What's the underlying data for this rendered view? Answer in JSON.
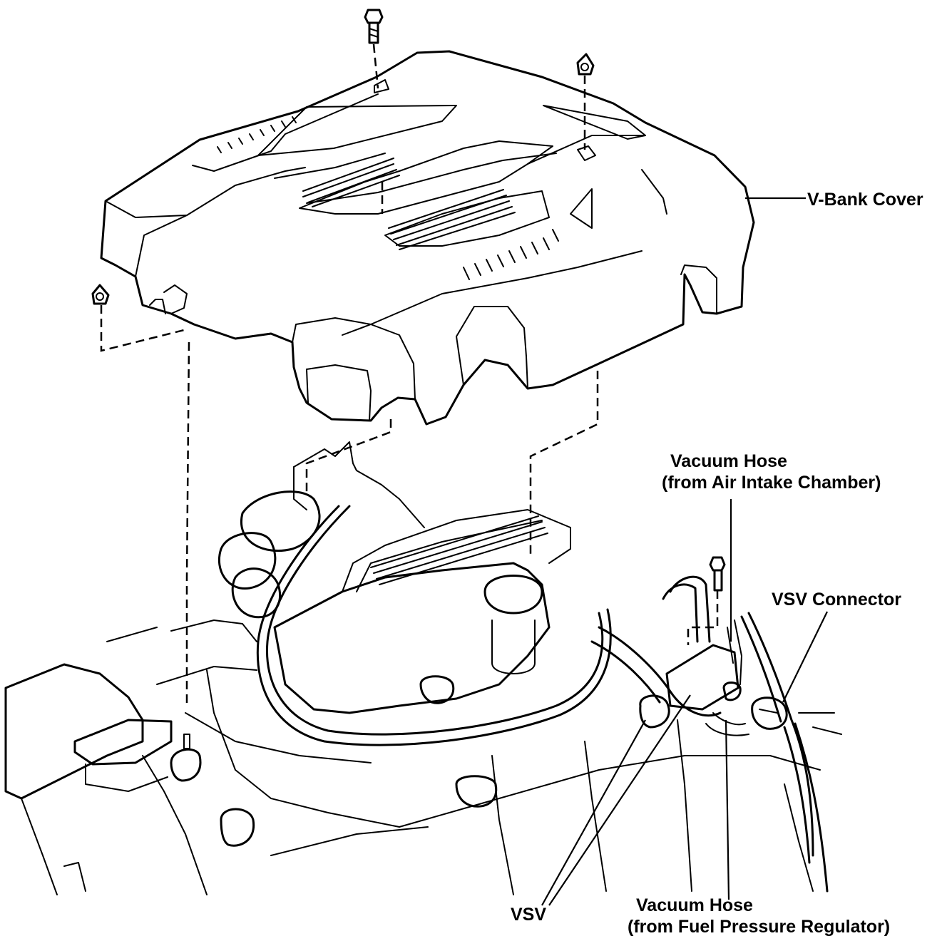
{
  "labels": {
    "v_bank_cover": "V-Bank Cover",
    "vacuum_hose_air_intake_1": "Vacuum Hose",
    "vacuum_hose_air_intake_2": "(from Air Intake Chamber)",
    "vsv_connector": "VSV Connector",
    "vsv": "VSV",
    "vacuum_hose_fuel_1": "Vacuum Hose",
    "vacuum_hose_fuel_2": "(from Fuel Pressure Regulator)"
  },
  "icons": [
    "bolt-icon",
    "clip-icon"
  ]
}
